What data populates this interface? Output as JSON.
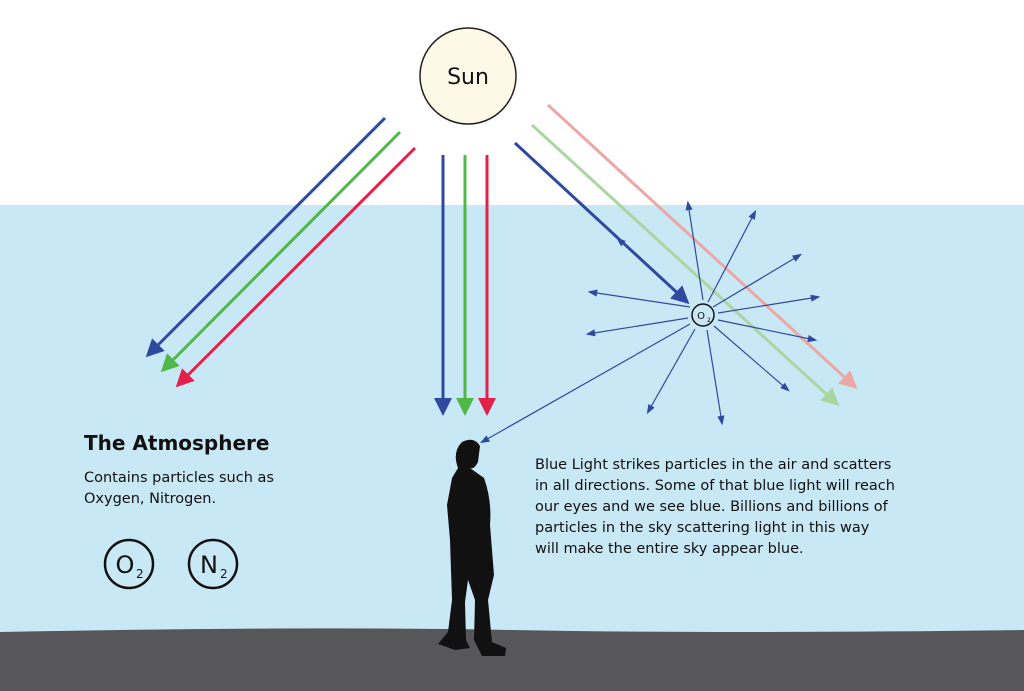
{
  "sun_label": "Sun",
  "atmosphere": {
    "title": "The Atmosphere",
    "description": "Contains particles such as Oxygen, Nitrogen.",
    "molecules": [
      {
        "symbol": "O",
        "sub": "2"
      },
      {
        "symbol": "N",
        "sub": "2"
      }
    ]
  },
  "scatter_molecule": {
    "symbol": "O",
    "sub": "2"
  },
  "explanation": "Blue Light strikes particles in the air and scatters in all directions.  Some of that blue light will reach our eyes and we see blue. Billions and billions of particles in the sky scattering light in this way will make the entire sky appear blue.",
  "colors": {
    "sky": "#c9e8f6",
    "ground": "#57575a",
    "blue": "#2e4a9e",
    "green": "#4fb848",
    "red": "#e3204a",
    "sun": "#fdf9e6"
  }
}
